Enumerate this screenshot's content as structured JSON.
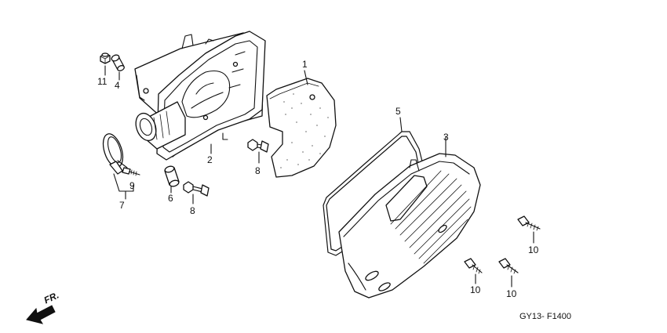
{
  "callouts": {
    "p1": "1",
    "p2": "2",
    "p3": "3",
    "p4": "4",
    "p5": "5",
    "p6": "6",
    "p7": "7",
    "p8a": "8",
    "p8b": "8",
    "p9": "9",
    "p10a": "10",
    "p10b": "10",
    "p10c": "10",
    "p11": "11"
  },
  "direction_label": "FR.",
  "diagram_code": "GY13- F1400"
}
